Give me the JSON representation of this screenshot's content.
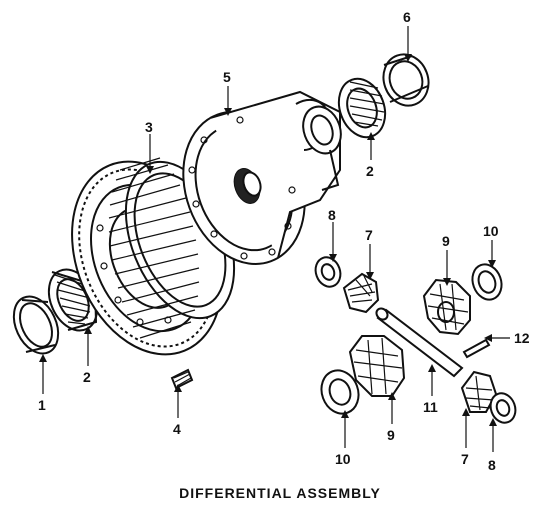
{
  "diagram": {
    "title": "DIFFERENTIAL ASSEMBLY",
    "callouts": [
      {
        "id": "c1",
        "label": "1"
      },
      {
        "id": "c2a",
        "label": "2"
      },
      {
        "id": "c2b",
        "label": "2"
      },
      {
        "id": "c3",
        "label": "3"
      },
      {
        "id": "c4",
        "label": "4"
      },
      {
        "id": "c5",
        "label": "5"
      },
      {
        "id": "c6",
        "label": "6"
      },
      {
        "id": "c7a",
        "label": "7"
      },
      {
        "id": "c7b",
        "label": "7"
      },
      {
        "id": "c8a",
        "label": "8"
      },
      {
        "id": "c8b",
        "label": "8"
      },
      {
        "id": "c9a",
        "label": "9"
      },
      {
        "id": "c9b",
        "label": "9"
      },
      {
        "id": "c10a",
        "label": "10"
      },
      {
        "id": "c10b",
        "label": "10"
      },
      {
        "id": "c11",
        "label": "11"
      },
      {
        "id": "c12",
        "label": "12"
      }
    ]
  }
}
